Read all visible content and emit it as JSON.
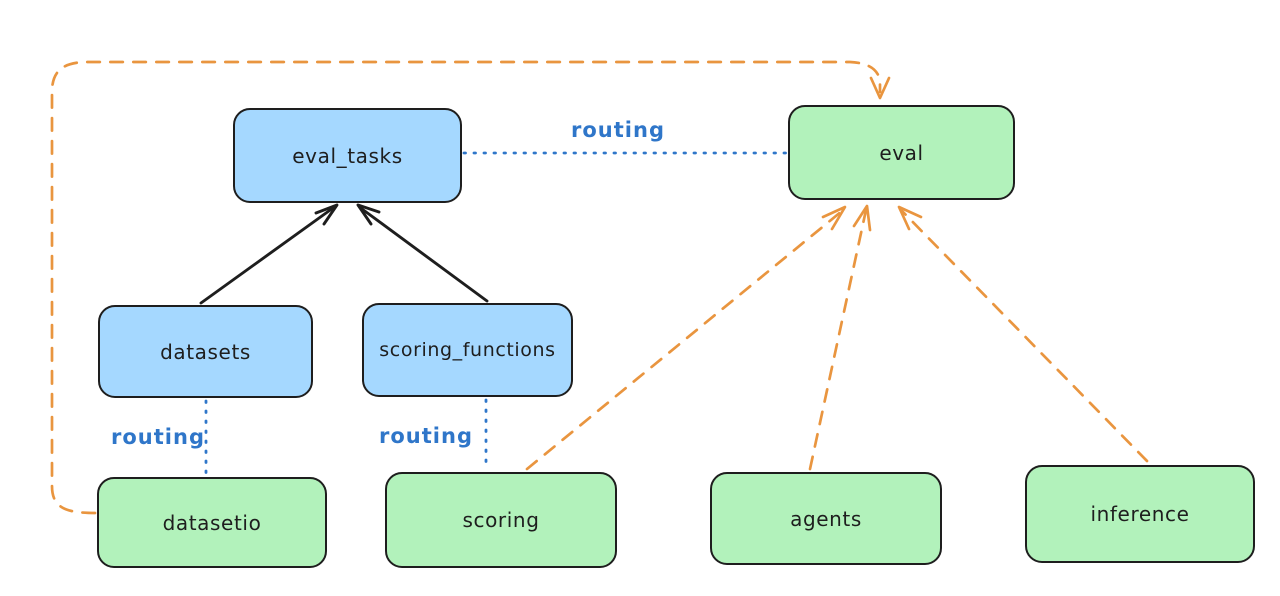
{
  "diagram": {
    "colors": {
      "background": "#ffffff",
      "blue_fill": "#a5d8ff",
      "green_fill": "#b2f2bb",
      "node_stroke": "#1e1e1e",
      "text": "#1e1e1e",
      "routing_blue": "#2f76c9",
      "dashed_orange": "#e9953f"
    },
    "nodes": [
      {
        "id": "eval_tasks",
        "label": "eval_tasks",
        "fill": "blue"
      },
      {
        "id": "eval",
        "label": "eval",
        "fill": "green"
      },
      {
        "id": "datasets",
        "label": "datasets",
        "fill": "blue"
      },
      {
        "id": "scoring_functions",
        "label": "scoring_functions",
        "fill": "blue"
      },
      {
        "id": "datasetio",
        "label": "datasetio",
        "fill": "green"
      },
      {
        "id": "scoring",
        "label": "scoring",
        "fill": "green"
      },
      {
        "id": "agents",
        "label": "agents",
        "fill": "green"
      },
      {
        "id": "inference",
        "label": "inference",
        "fill": "green"
      }
    ],
    "edges": [
      {
        "from": "datasets",
        "to": "eval_tasks",
        "style": "solid-arrow",
        "color": "black"
      },
      {
        "from": "scoring_functions",
        "to": "eval_tasks",
        "style": "solid-arrow",
        "color": "black"
      },
      {
        "from": "eval_tasks",
        "to": "eval",
        "style": "dotted",
        "color": "blue",
        "label": "routing"
      },
      {
        "from": "datasets",
        "to": "datasetio",
        "style": "dotted",
        "color": "blue",
        "label": "routing"
      },
      {
        "from": "scoring_functions",
        "to": "scoring",
        "style": "dotted",
        "color": "blue",
        "label": "routing"
      },
      {
        "from": "datasetio",
        "to": "eval",
        "style": "dashed-arrow",
        "color": "orange"
      },
      {
        "from": "scoring",
        "to": "eval",
        "style": "dashed-arrow",
        "color": "orange"
      },
      {
        "from": "agents",
        "to": "eval",
        "style": "dashed-arrow",
        "color": "orange"
      },
      {
        "from": "inference",
        "to": "eval",
        "style": "dashed-arrow",
        "color": "orange"
      }
    ]
  }
}
